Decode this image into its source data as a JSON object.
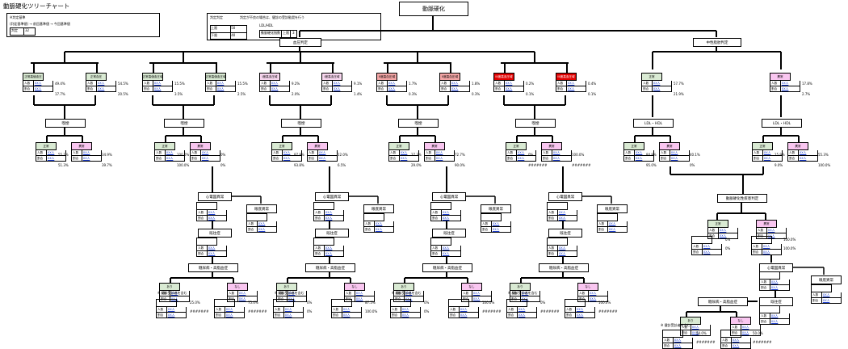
{
  "title": "動脈硬化ツリーチャート",
  "root_label": "動脈硬化",
  "legend": {
    "line1": "※判定基準",
    "line2": "(判定基準値) → 前回基準値 → 今回基準値",
    "row_label": "判定",
    "row_value": "32"
  },
  "legend2": {
    "col1": "判定判定",
    "desc": "判定が不良の場合は、健診の受診勧奨を行う",
    "r1k": "上限",
    "r1v": "50",
    "r2k": "下限",
    "r2v": "40",
    "ldl": "LDL/HDL",
    "ldl2": "動脈硬化指数",
    "ldl3": "上限",
    "ldl4": "3"
  },
  "questions": {
    "q_left": "血圧判定",
    "q_right": "中性脂肪判定",
    "smoke": "喫煙",
    "ldl": "LDL・HDL",
    "heart": "心電図異常",
    "ecg": "眼底異常",
    "metabo": "糖尿病・高脂血症",
    "history": "既往症",
    "right_q": "動脈硬化性疾患判定"
  },
  "node_labels": {
    "normal": "正常",
    "abnormal": "異常",
    "yes": "あり",
    "no": "なし",
    "kr": "人数",
    "kc": "割合",
    "link": "XX人"
  },
  "top_nodes": [
    {
      "label": "正常高値血圧",
      "color": "green",
      "p1": "49.4%",
      "p2": "17.7%"
    },
    {
      "label": "正常血圧",
      "color": "green",
      "p1": "54.5%",
      "p2": "20.5%"
    },
    {
      "label": "正常高値血圧域",
      "color": "green",
      "p1": "15.5%",
      "p2": "3.5%"
    },
    {
      "label": "正常高値血圧域",
      "color": "green",
      "p1": "15.5%",
      "p2": "2.5%"
    },
    {
      "label": "I度高血圧域",
      "color": "lpink",
      "p1": "9.2%",
      "p2": "2.0%"
    },
    {
      "label": "I度高血圧域",
      "color": "lpink",
      "p1": "9.1%",
      "p2": "1.4%"
    },
    {
      "label": "II度高血圧域",
      "color": "salmon",
      "p1": "1.7%",
      "p2": "0.3%"
    },
    {
      "label": "II度高血圧域",
      "color": "salmon",
      "p1": "1.8%",
      "p2": "0.3%"
    },
    {
      "label": "III度高血圧域",
      "color": "red",
      "p1": "0.2%",
      "p2": "0.1%"
    },
    {
      "label": "III度高血圧域",
      "color": "red",
      "p1": "0.4%",
      "p2": "0.1%"
    },
    {
      "label": "正常",
      "color": "green",
      "p1": "57.7%",
      "p2": "21.9%"
    },
    {
      "label": "異常",
      "color": "pink",
      "p1": "17.8%",
      "p2": "2.7%"
    }
  ],
  "second_pcts": [
    [
      "55.1%",
      "51.3%",
      "34.9%",
      "39.7%"
    ],
    [
      "100.0%",
      "100.0%",
      "0%",
      "0%"
    ],
    [
      "87.9%",
      "93.8%",
      "12.0%",
      "6.5%"
    ],
    [
      "27.3%",
      "29.0%",
      "72.7%",
      "90.0%"
    ],
    [
      "0%",
      "#######",
      "100.0%",
      "#######"
    ],
    [
      "84.9%",
      "95.0%",
      "40.1%",
      "0%"
    ],
    [
      "15.9%",
      "9.0%",
      "55.3%",
      "100.0%"
    ]
  ],
  "bottom_pcts": [
    [
      "25.0%",
      "#######",
      "75.0%",
      "#######"
    ],
    [
      "0%",
      "0%",
      "87.5%",
      "100.0%"
    ],
    [
      "0%",
      "0%",
      "100.0%",
      "#######"
    ],
    [
      "0%",
      "#######",
      "100.0%",
      "#######"
    ]
  ],
  "right_pcts": {
    "a1": "0%",
    "a2": "0%",
    "b1": "100.0%",
    "b2": "100.0%",
    "c1": "50.0%",
    "c2": "#######",
    "d1": "50.0%",
    "d2": "#######"
  },
  "note": "※ 健診受診者を含む"
}
